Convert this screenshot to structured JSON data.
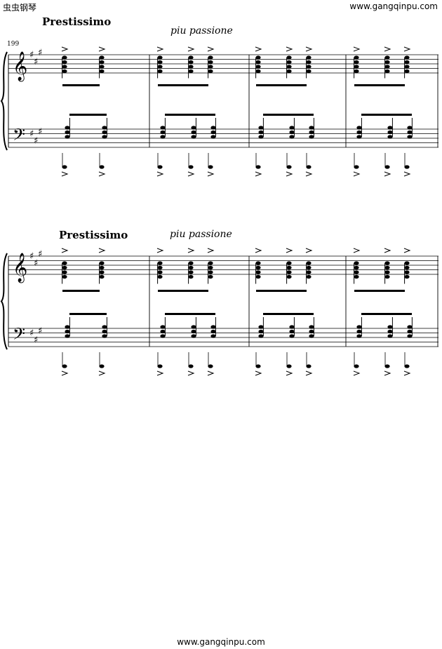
{
  "header": {
    "site_name": "虫虫钢琴",
    "url": "www.gangqinpu.com"
  },
  "systems": [
    {
      "tempo": "Prestissimo",
      "expression": "piu passione",
      "measure_number": "199"
    },
    {
      "tempo": "Prestissimo",
      "expression": "piu passione",
      "measure_number": ""
    }
  ],
  "footer": {
    "url": "www.gangqinpu.com"
  }
}
